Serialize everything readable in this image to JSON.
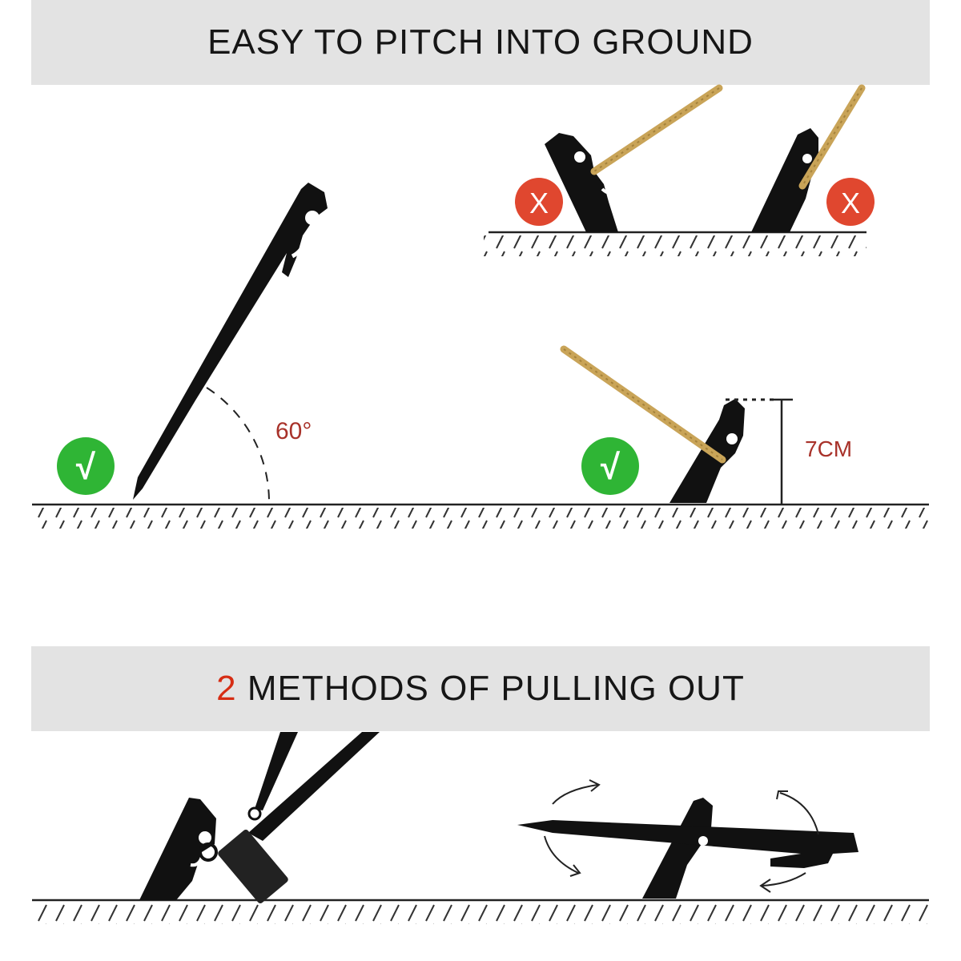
{
  "section_pitch": {
    "title": "EASY TO PITCH INTO GROUND",
    "angle_label": "60°",
    "depth_label": "7CM",
    "correct_mark": "√",
    "wrong_mark": "X"
  },
  "section_pull": {
    "title_number": "2",
    "title_rest": " METHODS OF PULLING OUT"
  },
  "colors": {
    "banner_bg": "#e3e3e3",
    "stake": "#111111",
    "rope": "#c9a458",
    "correct_badge": "#2fb535",
    "wrong_badge": "#e0472f",
    "annotation_red": "#a8322a",
    "accent_red": "#d62d14"
  }
}
